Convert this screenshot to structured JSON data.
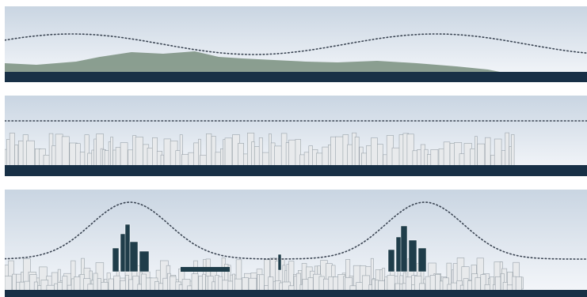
{
  "colors": {
    "sky_top": "#c9d5e2",
    "sky_bottom": "#f6f8fb",
    "water": "#183046",
    "terrain": "#7f9585",
    "buildings_light": "#e8eaec",
    "buildings_edge": "#9aa3ab",
    "towers_dark": "#1f3d4a",
    "dotted_line": "#3a4452"
  },
  "panels": [
    {
      "name": "panel-terrain",
      "content": "landscape",
      "dotted_profile": "gentle-waves"
    },
    {
      "name": "panel-uniform-city",
      "content": "uniform-buildings",
      "dotted_profile": "flat"
    },
    {
      "name": "panel-two-peak-city",
      "content": "buildings-with-two-clusters",
      "dotted_profile": "two-peaks"
    }
  ]
}
